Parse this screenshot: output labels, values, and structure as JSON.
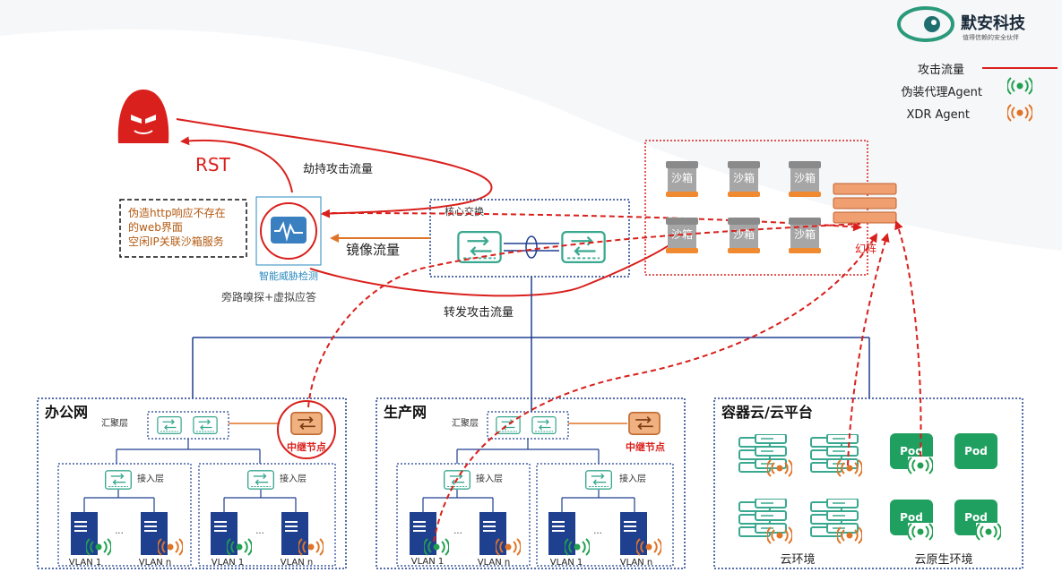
{
  "brand": {
    "name": "默安科技",
    "slogan": "值得信赖的安全伙伴"
  },
  "legend": {
    "attack": "攻击流量",
    "decoy_agent": "伪装代理Agent",
    "xdr_agent": "XDR Agent"
  },
  "colors": {
    "attack": "#d9201c",
    "teal": "#3aa890",
    "orange": "#e07426",
    "navy": "#1f3f8f",
    "green": "#20a050"
  },
  "rst": "RST",
  "labels": {
    "hijack": "劫持攻击流量",
    "mirror": "镜像流量",
    "forward": "转发攻击流量",
    "core_switch": "核心交换",
    "ndr": "智能威胁检测",
    "bypass": "旁路嗅探+虚拟应答"
  },
  "callout": {
    "line1": "伪造http响应不存在",
    "line2": "的web界面",
    "line3": "空闲IP关联沙箱服务"
  },
  "sandbox": {
    "label": "沙箱",
    "matrix": "幻阵"
  },
  "office": {
    "title": "办公网",
    "agg": "汇聚层",
    "access": "接入层",
    "relay": "中继节点",
    "vlan1": "VLAN 1",
    "vlann": "VLAN n",
    "dots": "..."
  },
  "production": {
    "title": "生产网",
    "agg": "汇聚层",
    "access": "接入层",
    "relay": "中继节点",
    "vlan1": "VLAN 1",
    "vlann": "VLAN n",
    "dots": "..."
  },
  "cloud": {
    "title": "容器云/云平台",
    "cloud_env": "云环境",
    "native_env": "云原生环境",
    "pod": "Pod"
  }
}
